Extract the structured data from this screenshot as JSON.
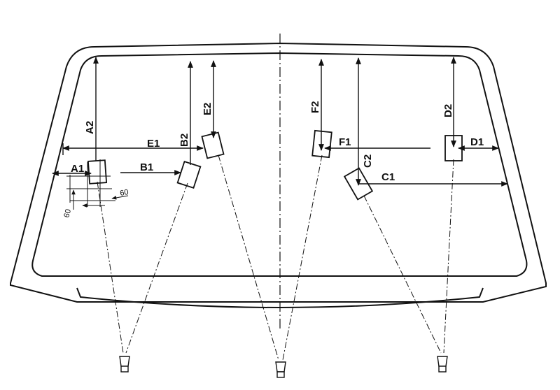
{
  "labels": {
    "a1": "A1",
    "a2": "A2",
    "b1": "B1",
    "b2": "B2",
    "c1": "C1",
    "c2": "C2",
    "d1": "D1",
    "d2": "D2",
    "e1": "E1",
    "e2": "E2",
    "f1": "F1",
    "f2": "F2",
    "dim_60_right": "60",
    "dim_60_left": "60"
  }
}
